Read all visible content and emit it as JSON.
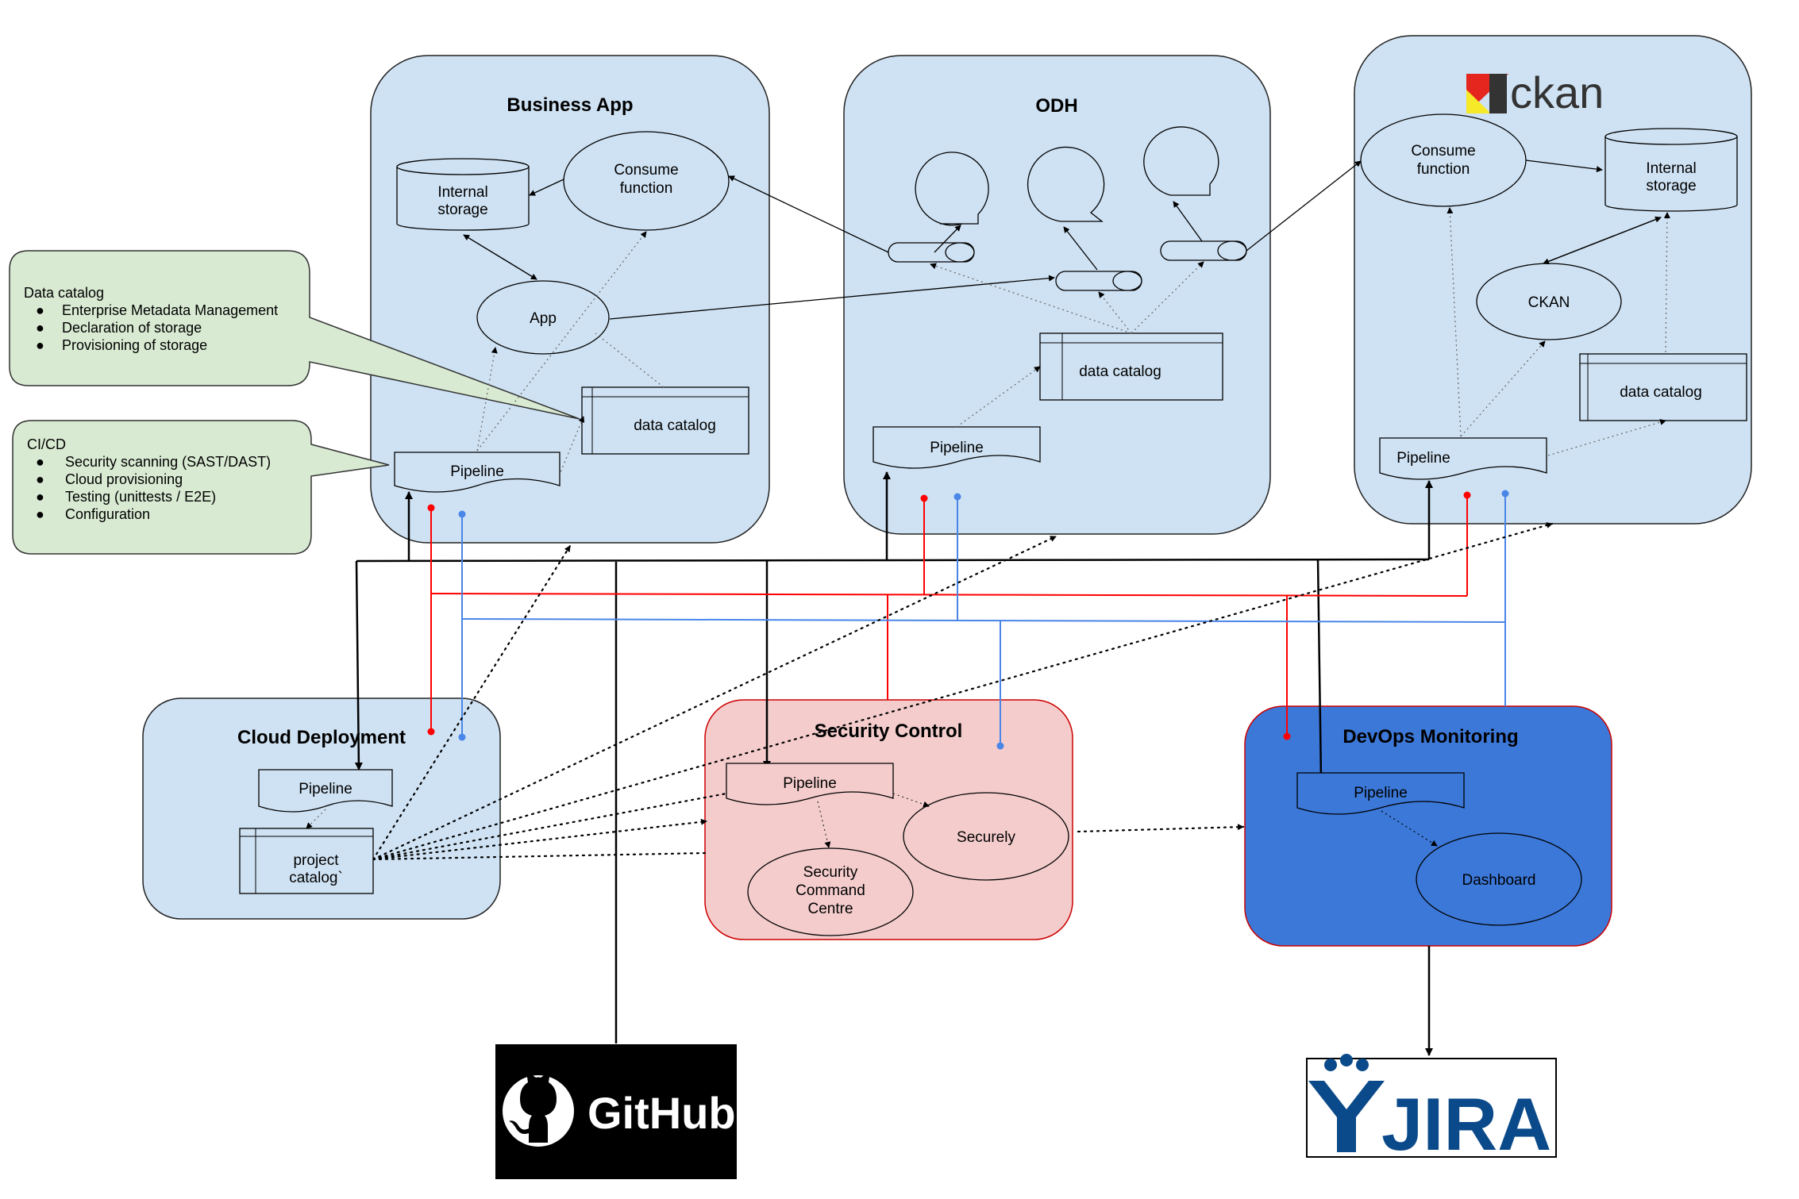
{
  "groups": {
    "business_app": {
      "title": "Business App",
      "internal_storage": [
        "Internal",
        "storage"
      ],
      "consume_function": [
        "Consume",
        "function"
      ],
      "app": "App",
      "data_catalog": "data catalog",
      "pipeline": "Pipeline"
    },
    "odh": {
      "title": "ODH",
      "data_catalog": "data catalog",
      "pipeline": "Pipeline"
    },
    "ckan": {
      "logo_text": "ckan",
      "consume_function": [
        "Consume",
        "function"
      ],
      "internal_storage": [
        "Internal",
        "storage"
      ],
      "ckan_node": "CKAN",
      "data_catalog": "data catalog",
      "pipeline": "Pipeline"
    },
    "cloud_deployment": {
      "title": "Cloud Deployment",
      "pipeline": "Pipeline",
      "project_catalog": [
        "project",
        "catalog`"
      ]
    },
    "security_control": {
      "title": "Security Control",
      "pipeline": "Pipeline",
      "securely": "Securely",
      "command_centre": [
        "Security",
        "Command",
        "Centre"
      ]
    },
    "devops_monitoring": {
      "title": "DevOps Monitoring",
      "pipeline": "Pipeline",
      "dashboard": "Dashboard"
    }
  },
  "callouts": {
    "data_catalog": {
      "heading": "Data catalog",
      "items": [
        "Enterprise Metadata Management",
        "Declaration of storage",
        "Provisioning of storage"
      ]
    },
    "cicd": {
      "heading": "CI/CD",
      "items": [
        "Security scanning (SAST/DAST)",
        "Cloud provisioning",
        "Testing (unittests / E2E)",
        "Configuration"
      ]
    }
  },
  "logos": {
    "github": "GitHub",
    "jira": "JIRA"
  },
  "colors": {
    "light_blue_group": "#cfe2f3",
    "pink_group": "#f4cccc",
    "dark_blue_group": "#3c78d8",
    "callout_green": "#d9ead3",
    "red_line": "#ff0000",
    "blue_line": "#4a86e8",
    "jira_blue": "#0b4a8a",
    "ckan_red": "#e5261f",
    "ckan_yellow": "#f6e928"
  }
}
